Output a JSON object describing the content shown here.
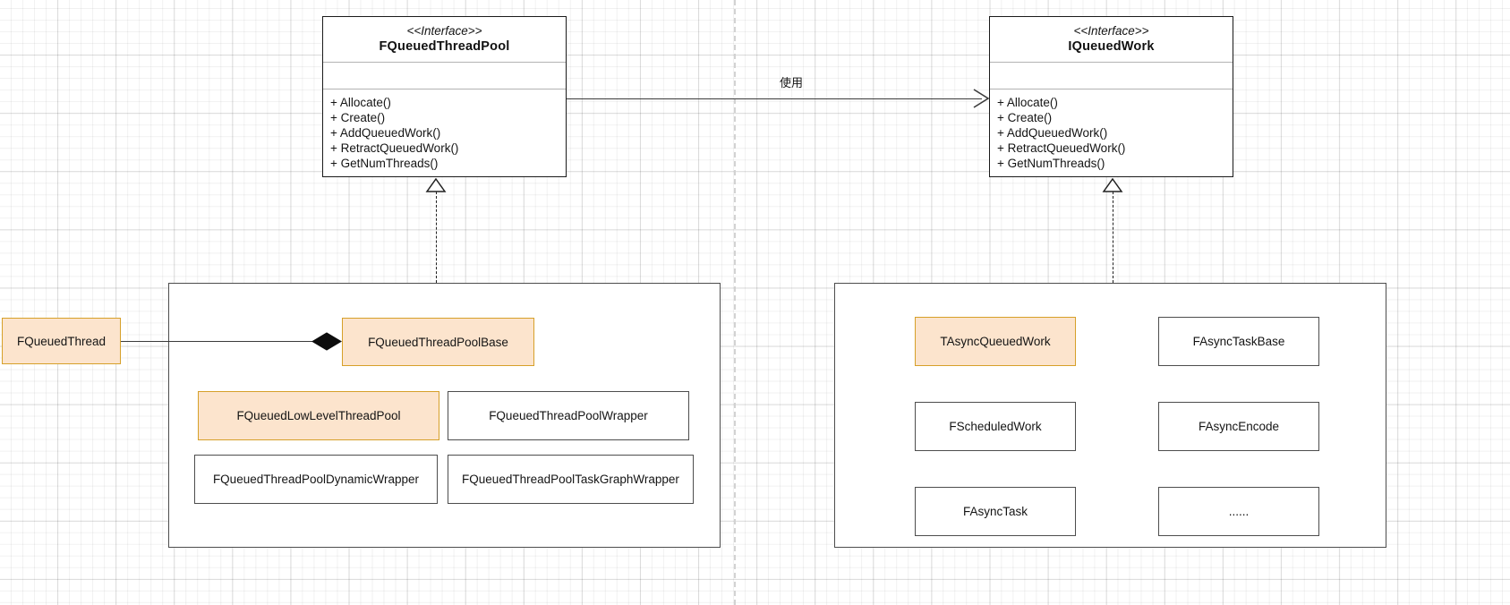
{
  "diagram": {
    "type": "uml-class-diagram",
    "colors": {
      "accent_fill": "#fce4cd",
      "accent_border": "#d6a029",
      "node_border": "#4d4d4d",
      "interface_border": "#1a1a1a",
      "connector": "#3b3b3b",
      "grid_minor": "#eeeeee",
      "grid_major": "#e0e0e0",
      "page_break": "#d2d2d2"
    },
    "interfaces": [
      {
        "id": "fqueuedthreadpool",
        "stereotype": "<<Interface>>",
        "name": "FQueuedThreadPool",
        "attributes": [],
        "operations": [
          "+ Allocate()",
          "+ Create()",
          "+ AddQueuedWork()",
          "+ RetractQueuedWork()",
          "+ GetNumThreads()"
        ]
      },
      {
        "id": "iqueuedwork",
        "stereotype": "<<Interface>>",
        "name": "IQueuedWork",
        "attributes": [],
        "operations": [
          "+ Allocate()",
          "+ Create()",
          "+ AddQueuedWork()",
          "+ RetractQueuedWork()",
          "+ GetNumThreads()"
        ]
      }
    ],
    "edges": [
      {
        "id": "uses-edge",
        "from": "fqueuedthreadpool",
        "to": "iqueuedwork",
        "kind": "dependency",
        "label": "使用"
      },
      {
        "id": "realize-left",
        "from": "thread-pool-group",
        "to": "fqueuedthreadpool",
        "kind": "realization",
        "label": ""
      },
      {
        "id": "realize-right",
        "from": "queued-work-group",
        "to": "iqueuedwork",
        "kind": "realization",
        "label": ""
      },
      {
        "id": "composition-edge",
        "from": "fqueuedthread",
        "to": "fqueuedthreadpoolbase",
        "kind": "composition",
        "label": ""
      }
    ],
    "standalone_nodes": [
      {
        "id": "fqueuedthread",
        "label": "FQueuedThread",
        "accent": true
      }
    ],
    "groups": [
      {
        "id": "thread-pool-group",
        "label": "",
        "nodes": [
          {
            "id": "fqueuedthreadpoolbase",
            "label": "FQueuedThreadPoolBase",
            "accent": true
          },
          {
            "id": "fqueuedlowlevelthreadpool",
            "label": "FQueuedLowLevelThreadPool",
            "accent": true
          },
          {
            "id": "fqueuedthreadpoolwrapper",
            "label": "FQueuedThreadPoolWrapper",
            "accent": false
          },
          {
            "id": "fqueuedthreadpooldynamicwrapper",
            "label": "FQueuedThreadPoolDynamicWrapper",
            "accent": false
          },
          {
            "id": "fqueuedthreadpooltaskgraphwrapper",
            "label": "FQueuedThreadPoolTaskGraphWrapper",
            "accent": false
          }
        ]
      },
      {
        "id": "queued-work-group",
        "label": "",
        "nodes": [
          {
            "id": "tasyncqueuedwork",
            "label": "TAsyncQueuedWork",
            "accent": true
          },
          {
            "id": "fasynctaskbase",
            "label": "FAsyncTaskBase",
            "accent": false
          },
          {
            "id": "fscheduledwork",
            "label": "FScheduledWork",
            "accent": false
          },
          {
            "id": "fasyncencode",
            "label": "FAsyncEncode",
            "accent": false
          },
          {
            "id": "fasynctask",
            "label": "FAsyncTask",
            "accent": false
          },
          {
            "id": "more-ellipsis",
            "label": "......",
            "accent": false
          }
        ]
      }
    ]
  }
}
